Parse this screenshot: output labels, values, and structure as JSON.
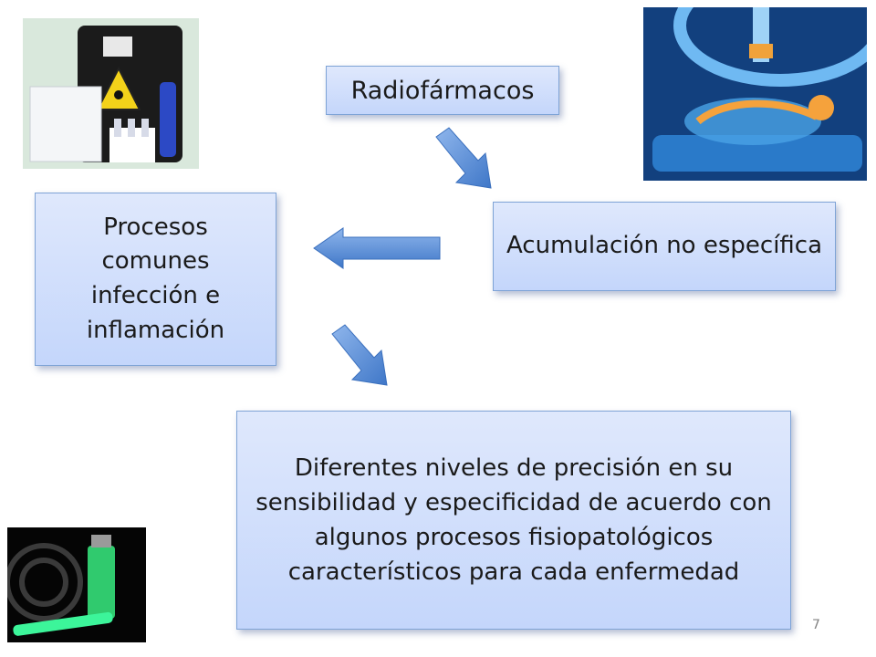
{
  "boxes": {
    "radiofarmacos": "Radiofármacos",
    "acumulacion": "Acumulación no específica",
    "procesos": "Procesos comunes infección e inflamación",
    "diferentes": "Diferentes niveles de precisión en su sensibilidad  y especificidad  de acuerdo con algunos procesos fisiopatológicos característicos para cada enfermedad"
  },
  "page_number": "7",
  "colors": {
    "box_fill": "#c4d6fb",
    "box_border": "#7ea3d6",
    "arrow": "#5b8fd6"
  },
  "images": {
    "top_left": "radioactive-kit-photo",
    "top_right": "nuclear-scan-xray-photo",
    "bottom_left": "glowing-vial-syringe-photo"
  }
}
